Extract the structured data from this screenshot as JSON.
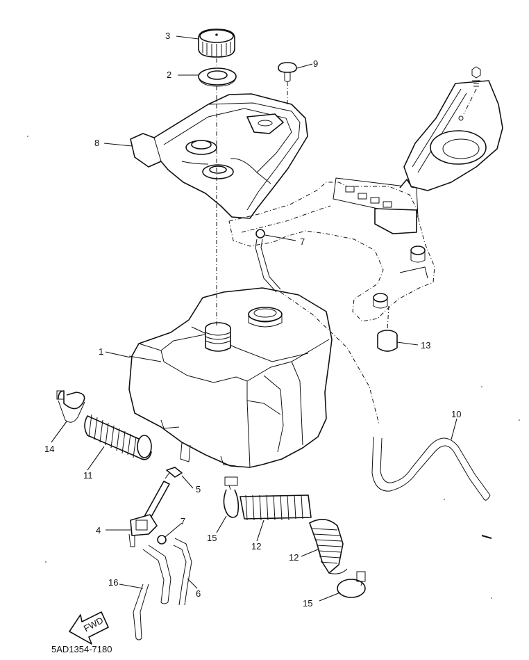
{
  "callouts": [
    {
      "id": "c3",
      "label": "3"
    },
    {
      "id": "c2",
      "label": "2"
    },
    {
      "id": "c9",
      "label": "9"
    },
    {
      "id": "c8",
      "label": "8"
    },
    {
      "id": "c7a",
      "label": "7"
    },
    {
      "id": "c1",
      "label": "1"
    },
    {
      "id": "c13",
      "label": "13"
    },
    {
      "id": "c10",
      "label": "10"
    },
    {
      "id": "c14",
      "label": "14"
    },
    {
      "id": "c11",
      "label": "11"
    },
    {
      "id": "c5",
      "label": "5"
    },
    {
      "id": "c4",
      "label": "4"
    },
    {
      "id": "c7b",
      "label": "7"
    },
    {
      "id": "c15a",
      "label": "15"
    },
    {
      "id": "c12a",
      "label": "12"
    },
    {
      "id": "c12b",
      "label": "12"
    },
    {
      "id": "c16",
      "label": "16"
    },
    {
      "id": "c6",
      "label": "6"
    },
    {
      "id": "c15b",
      "label": "15"
    }
  ],
  "fwd_label": "FWD",
  "drawing_code": "5AD1354-7180"
}
